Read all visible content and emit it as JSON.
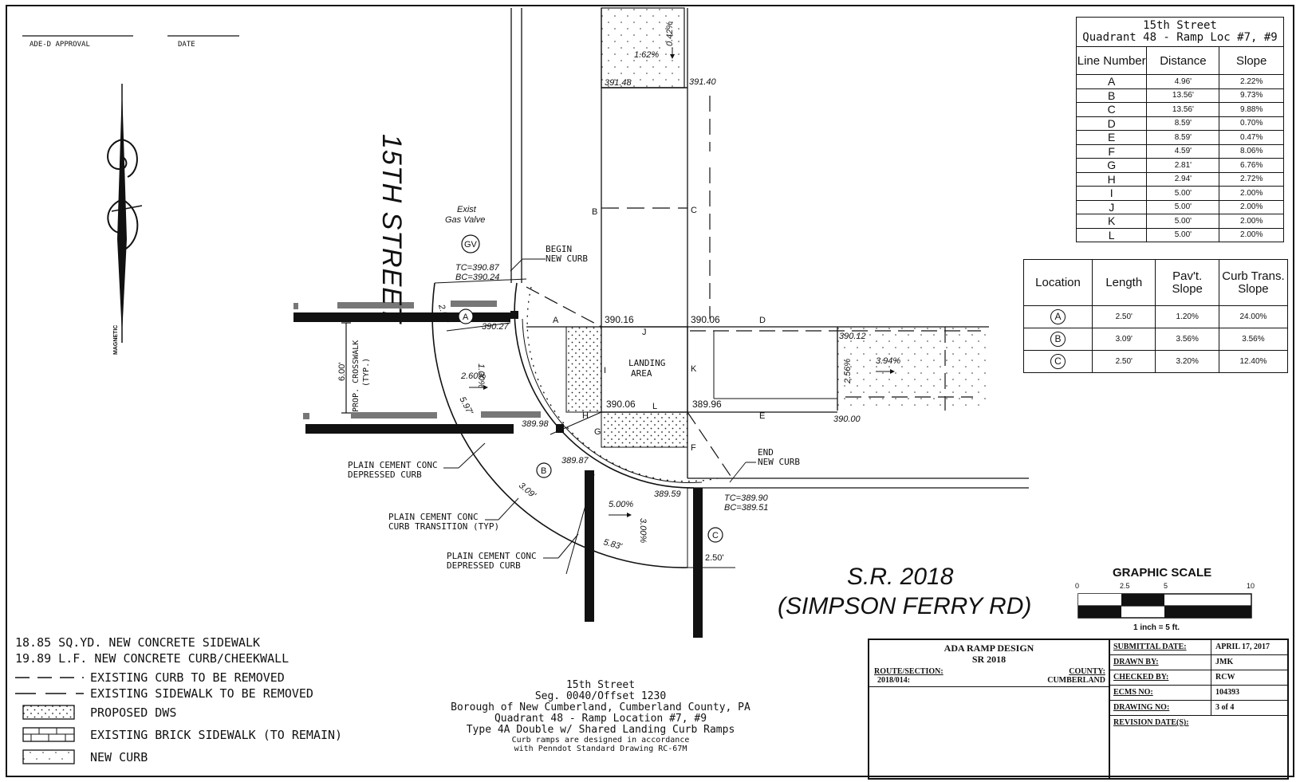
{
  "approval": {
    "ade_label": "ADE-D APPROVAL",
    "date_label": "DATE"
  },
  "north_arrow": {
    "label": "MAGNETIC"
  },
  "streets": {
    "fifteenth": "15TH STREET",
    "sr_line1": "S.R. 2018",
    "sr_line2": "(SIMPSON FERRY RD)"
  },
  "callouts": {
    "exist": "Exist",
    "gas_valve": "Gas Valve",
    "gv": "GV",
    "tc1": "TC=390.87",
    "bc1": "BC=390.24",
    "begin": "BEGIN",
    "new_curb1": "NEW CURB",
    "end": "END",
    "new_curb2": "NEW CURB",
    "tc2": "TC=389.90",
    "bc2": "BC=389.51",
    "landing": "LANDING",
    "area": "AREA",
    "crosswalk": "PROP. CROSSWALK",
    "typ": "(TYP.)",
    "depressed1a": "PLAIN CEMENT CONC",
    "depressed1b": "DEPRESSED CURB",
    "transition_a": "PLAIN CEMENT CONC",
    "transition_b": "CURB TRANSITION (TYP)",
    "depressed2a": "PLAIN CEMENT CONC",
    "depressed2b": "DEPRESSED CURB"
  },
  "elevations": {
    "e39148": "391.48",
    "e39140": "391.40",
    "e39016": "390.16",
    "e39006a": "390.06",
    "e39006b": "390.06",
    "e38996": "389.96",
    "e39027": "390.27",
    "e38998": "389.98",
    "e38987": "389.87",
    "e38959": "389.59",
    "e39012": "390.12",
    "e39000": "390.00"
  },
  "dimensions": {
    "d250a": "2.50'",
    "d600": "6.00'",
    "d597": "5.97'",
    "d309": "3.09'",
    "d583": "5.83'",
    "d250c": "2.50'"
  },
  "slopes": {
    "s042": "0.42%",
    "s162": "1.62%",
    "s100a": "1.00%",
    "s260": "2.60%",
    "s500": "5.00%",
    "s300": "3.00%",
    "s256": "2.56%",
    "s394": "3.94%"
  },
  "line_letters": [
    "A",
    "B",
    "C",
    "D",
    "E",
    "F",
    "G",
    "H",
    "I",
    "J",
    "K",
    "L"
  ],
  "circle_labels": [
    "A",
    "B",
    "C"
  ],
  "line_table": {
    "title1": "15th Street",
    "title2": "Quadrant 48 - Ramp Loc #7, #9",
    "headers": [
      "Line Number",
      "Distance",
      "Slope"
    ],
    "rows": [
      {
        "line": "A",
        "distance": "4.96'",
        "slope": "2.22%"
      },
      {
        "line": "B",
        "distance": "13.56'",
        "slope": "9.73%"
      },
      {
        "line": "C",
        "distance": "13.56'",
        "slope": "9.88%"
      },
      {
        "line": "D",
        "distance": "8.59'",
        "slope": "0.70%"
      },
      {
        "line": "E",
        "distance": "8.59'",
        "slope": "0.47%"
      },
      {
        "line": "F",
        "distance": "4.59'",
        "slope": "8.06%"
      },
      {
        "line": "G",
        "distance": "2.81'",
        "slope": "6.76%"
      },
      {
        "line": "H",
        "distance": "2.94'",
        "slope": "2.72%"
      },
      {
        "line": "I",
        "distance": "5.00'",
        "slope": "2.00%"
      },
      {
        "line": "J",
        "distance": "5.00'",
        "slope": "2.00%"
      },
      {
        "line": "K",
        "distance": "5.00'",
        "slope": "2.00%"
      },
      {
        "line": "L",
        "distance": "5.00'",
        "slope": "2.00%"
      }
    ]
  },
  "location_table": {
    "headers": [
      "Location",
      "Length",
      "Pav't. Slope",
      "Curb Trans. Slope"
    ],
    "rows": [
      {
        "loc": "A",
        "length": "2.50'",
        "pav": "1.20%",
        "curb": "24.00%"
      },
      {
        "loc": "B",
        "length": "3.09'",
        "pav": "3.56%",
        "curb": "3.56%"
      },
      {
        "loc": "C",
        "length": "2.50'",
        "pav": "3.20%",
        "curb": "12.40%"
      }
    ]
  },
  "graphic_scale": {
    "title": "GRAPHIC SCALE",
    "t0": "0",
    "t1": "2.5",
    "t2": "5",
    "t3": "10",
    "note": "1 inch = 5 ft."
  },
  "quantities": [
    "18.85 SQ.YD. NEW CONCRETE SIDEWALK",
    "19.89 L.F. NEW CONCRETE CURB/CHEEKWALL"
  ],
  "legend": [
    "EXISTING CURB TO BE REMOVED",
    "EXISTING SIDEWALK TO BE REMOVED",
    "PROPOSED DWS",
    "EXISTING BRICK SIDEWALK (TO REMAIN)",
    "NEW CURB"
  ],
  "caption": {
    "l1": "15th Street",
    "l2": "Seg. 0040/Offset 1230",
    "l3": "Borough of New Cumberland, Cumberland County, PA",
    "l4": "Quadrant 48 - Ramp Location #7, #9",
    "l5": "Type 4A Double w/ Shared Landing Curb Ramps",
    "l6": "Curb ramps are designed in accordance",
    "l7": "with Penndot Standard Drawing RC-67M"
  },
  "title_block": {
    "title": "ADA RAMP DESIGN",
    "subtitle": "SR 2018",
    "route_label": "ROUTE/SECTION:",
    "route_value": "2018/014:",
    "county_label": "COUNTY:",
    "county_value": "CUMBERLAND",
    "rows": [
      {
        "k": "SUBMITTAL DATE:",
        "v": "APRIL 17, 2017"
      },
      {
        "k": "DRAWN BY:",
        "v": "JMK"
      },
      {
        "k": "CHECKED BY:",
        "v": "RCW"
      },
      {
        "k": "ECMS NO:",
        "v": "104393"
      },
      {
        "k": "DRAWING NO:",
        "v": "3 of 4"
      },
      {
        "k": "REVISION DATE(S):",
        "v": ""
      }
    ]
  }
}
